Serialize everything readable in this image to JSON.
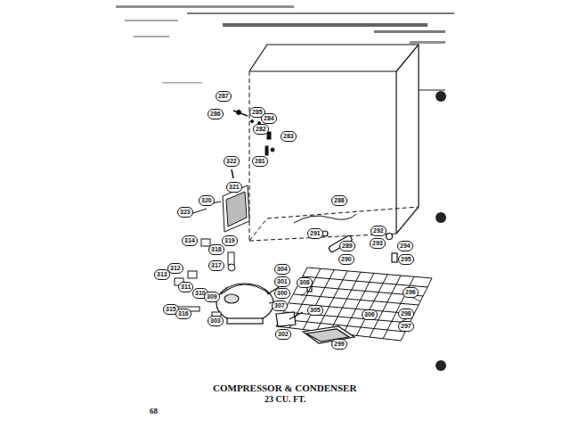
{
  "diagram": {
    "title": "COMPRESSOR & CONDENSER",
    "labels": [
      "287",
      "286",
      "285",
      "284",
      "282",
      "283",
      "281",
      "322",
      "321",
      "320",
      "323",
      "288",
      "291",
      "289",
      "290",
      "292",
      "293",
      "294",
      "295",
      "314",
      "319",
      "318",
      "317",
      "304",
      "301",
      "300",
      "312",
      "313",
      "311",
      "310",
      "309",
      "307",
      "308",
      "315",
      "316",
      "303",
      "302",
      "305",
      "306",
      "299",
      "296",
      "298",
      "297",
      "23 CU. FT.",
      "68"
    ]
  }
}
